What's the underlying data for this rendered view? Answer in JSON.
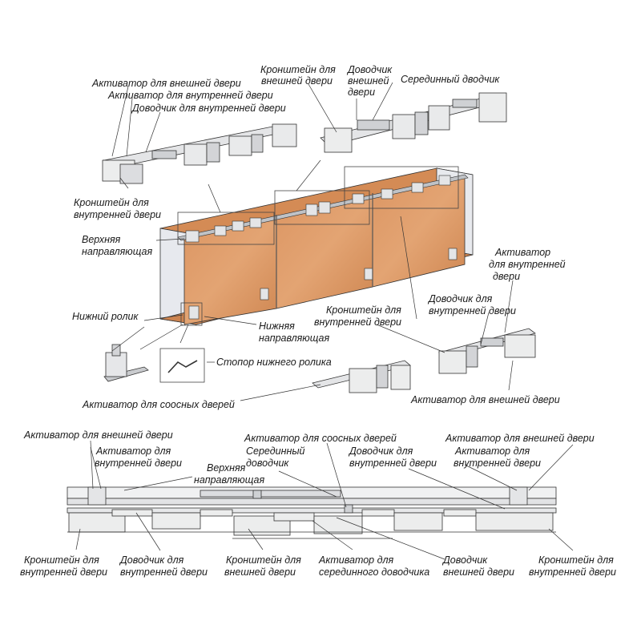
{
  "labels": {
    "activator_outer_top": "Активатор для внешней двери",
    "activator_inner_top": "Активатор для внутренней двери",
    "closer_inner_top": "Доводчик для внутренней двери",
    "bracket_outer_top_1": "Кронштейн для",
    "bracket_outer_top_2": "внешней двери",
    "closer_outer_top_1": "Доводчик",
    "closer_outer_top_2": "внешней",
    "closer_outer_top_3": "двери",
    "middle_closer_top": "Серединный дводчик",
    "bracket_inner_left_1": "Кронштейн для",
    "bracket_inner_left_2": "внутренней двери",
    "top_rail_1": "Верхняя",
    "top_rail_2": "направляющая",
    "activator_inner_right_1": "Активатор",
    "activator_inner_right_2": "для внутренней",
    "activator_inner_right_3": "двери",
    "closer_inner_right_1": "Доводчик для",
    "closer_inner_right_2": "внутренней двери",
    "bracket_inner_mid_1": "Кронштейн для",
    "bracket_inner_mid_2": "внутренней двери",
    "bottom_roller": "Нижний ролик",
    "bottom_rail_1": "Нижняя",
    "bottom_rail_2": "направляющая",
    "roller_stopper": "Стопор нижнего ролика",
    "activator_coaxial_mid": "Активатор для соосных дверей",
    "activator_outer_right": "Активатор для внешней двери",
    "b_activator_outer_left": "Активатор для внешней двери",
    "b_activator_inner_left_1": "Активатор для",
    "b_activator_inner_left_2": "внутренней двери",
    "b_top_rail_1": "Верхняя",
    "b_top_rail_2": "направляющая",
    "b_activator_coaxial": "Активатор для соосных дверей",
    "b_middle_closer_1": "Серединный",
    "b_middle_closer_2": "доводчик",
    "b_closer_inner_1": "Доводчик для",
    "b_closer_inner_2": "внутренней двери",
    "b_activator_outer_right": "Активатор для внешней двери",
    "b_activator_inner_right_1": "Активатор для",
    "b_activator_inner_right_2": "внутренней двери",
    "b_bracket_inner_left_1": "Кронштейн для",
    "b_bracket_inner_left_2": "внутренней двери",
    "b_closer_inner_left_1": "Доводчик для",
    "b_closer_inner_left_2": "внутренней двери",
    "b_bracket_outer_1": "Кронштейн для",
    "b_bracket_outer_2": "внешней двери",
    "b_activator_middle_closer_1": "Активатор для",
    "b_activator_middle_closer_2": "серединного доводчика",
    "b_closer_outer_1": "Доводчик",
    "b_closer_outer_2": "внешней двери",
    "b_bracket_inner_right_1": "Кронштейн для",
    "b_bracket_inner_right_2": "внутренней двери"
  },
  "colors": {
    "door_wood": "#d9915c",
    "door_wood_dark": "#c27a45",
    "cabinet_side": "#e6e8ee",
    "line": "#2a2a2a",
    "metal": "#cfd2d6",
    "box": "#e3e4e6"
  }
}
